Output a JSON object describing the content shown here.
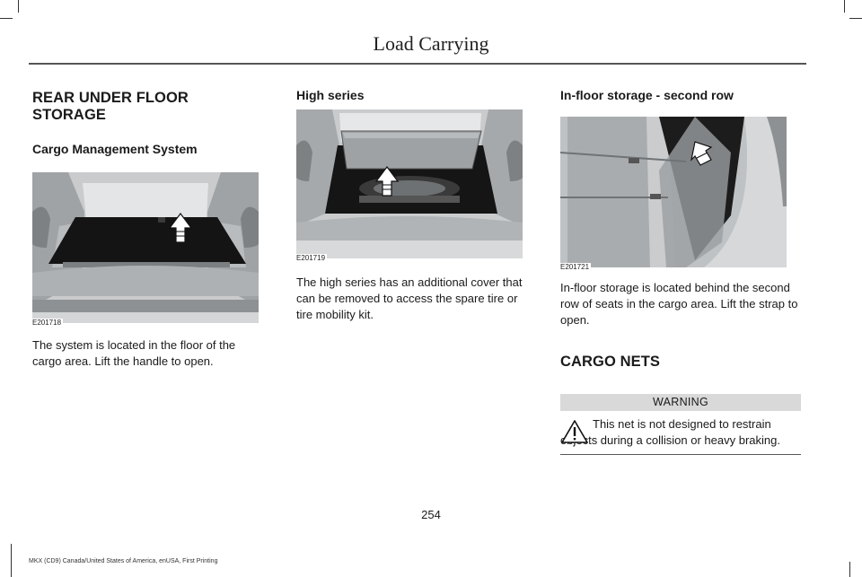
{
  "header": {
    "title": "Load Carrying"
  },
  "col1": {
    "section_title": "REAR UNDER FLOOR STORAGE",
    "sub_title": "Cargo Management System",
    "figure_code": "E201718",
    "body": "The system is located in the floor of the cargo area. Lift the handle to open."
  },
  "col2": {
    "sub_title": "High series",
    "figure_code": "E201719",
    "body": "The high series has an additional cover that can be removed to access the spare tire or tire mobility kit."
  },
  "col3": {
    "sub_title": "In-floor storage - second row",
    "figure_code": "E201721",
    "body": "In-floor storage is located behind the second row of seats in the cargo area. Lift the strap to open.",
    "section_title": "CARGO NETS",
    "warning_label": "WARNING",
    "warning_text": "This net is not designed to restrain objects during a collision or heavy braking."
  },
  "page_number": "254",
  "footer": "MKX (CD9) Canada/United States of America, enUSA, First Printing"
}
